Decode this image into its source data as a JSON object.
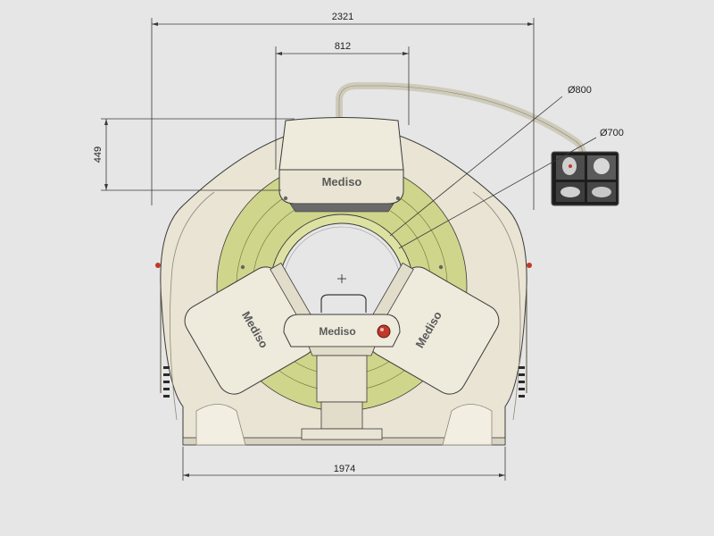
{
  "dimensions": {
    "overall_width": "2321",
    "head_width": "812",
    "head_height": "449",
    "base_width": "1974",
    "outer_bore_diameter": "Ø800",
    "inner_bore_diameter": "Ø700"
  },
  "branding": {
    "top_head": "Mediso",
    "left_head": "Mediso",
    "right_head": "Mediso",
    "bed": "Mediso"
  },
  "colors": {
    "background": "#e6e6e6",
    "housing": "#e9e4d3",
    "housing_shadow": "#c9c3ad",
    "ring": "#cfd58a",
    "head": "#eeeadc",
    "line": "#3a3a3a",
    "accent_red": "#c0392b"
  },
  "icons": {
    "bore_center": "crosshair-icon",
    "bed_button": "red-button-icon",
    "monitor": "monitor-icon"
  }
}
